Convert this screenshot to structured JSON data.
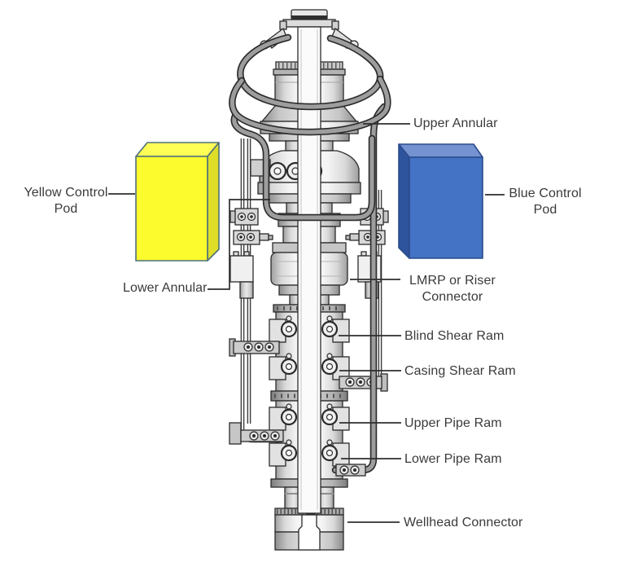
{
  "labels": {
    "yellow_pod": "Yellow Control\nPod",
    "blue_pod": "Blue Control\nPod",
    "upper_annular": "Upper Annular",
    "lower_annular": "Lower Annular",
    "lmrp_connector": "LMRP or Riser\nConnector",
    "blind_shear_ram": "Blind Shear Ram",
    "casing_shear_ram": "Casing Shear Ram",
    "upper_pipe_ram": "Upper Pipe Ram",
    "lower_pipe_ram": "Lower Pipe Ram",
    "wellhead_connector": "Wellhead Connector"
  },
  "colors": {
    "yellow_pod_front": "#FBFB2E",
    "yellow_pod_top": "#FFFF55",
    "yellow_pod_side": "#DEDE28",
    "yellow_pod_outline": "#4E6F7C",
    "blue_pod_front": "#4472C4",
    "blue_pod_top": "#7493D0",
    "blue_pod_side": "#2F549E",
    "blue_pod_outline": "#2B4C8C",
    "label_text": "#3A3A3A",
    "diagram_line": "#2B2B2B"
  }
}
